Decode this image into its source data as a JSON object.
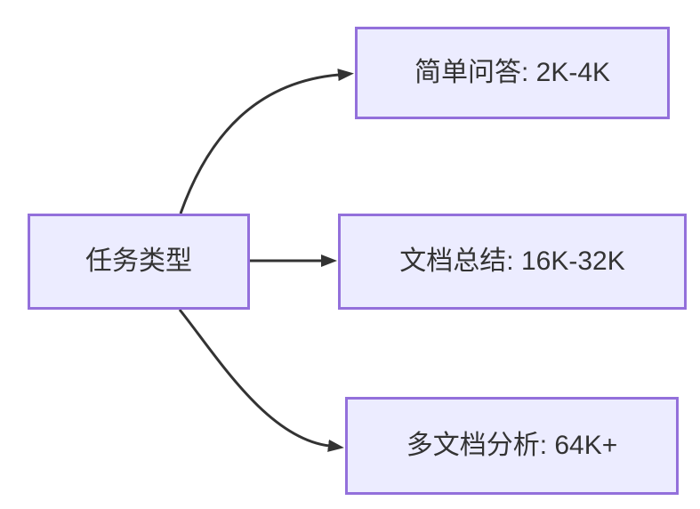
{
  "diagram": {
    "kind": "flowchart",
    "direction": "left-to-right",
    "colors": {
      "background": "#ffffff",
      "node_fill": "#ECECFF",
      "node_border": "#9370DB",
      "edge": "#333333",
      "text": "#333333"
    },
    "nodes": [
      {
        "id": "task-type",
        "label": "任务类型"
      },
      {
        "id": "simple-qa",
        "label": "简单问答: 2K-4K"
      },
      {
        "id": "doc-summary",
        "label": "文档总结: 16K-32K"
      },
      {
        "id": "multi-doc-analysis",
        "label": "多文档分析: 64K+"
      }
    ],
    "edges": [
      {
        "from": "task-type",
        "to": "simple-qa"
      },
      {
        "from": "task-type",
        "to": "doc-summary"
      },
      {
        "from": "task-type",
        "to": "multi-doc-analysis"
      }
    ]
  }
}
